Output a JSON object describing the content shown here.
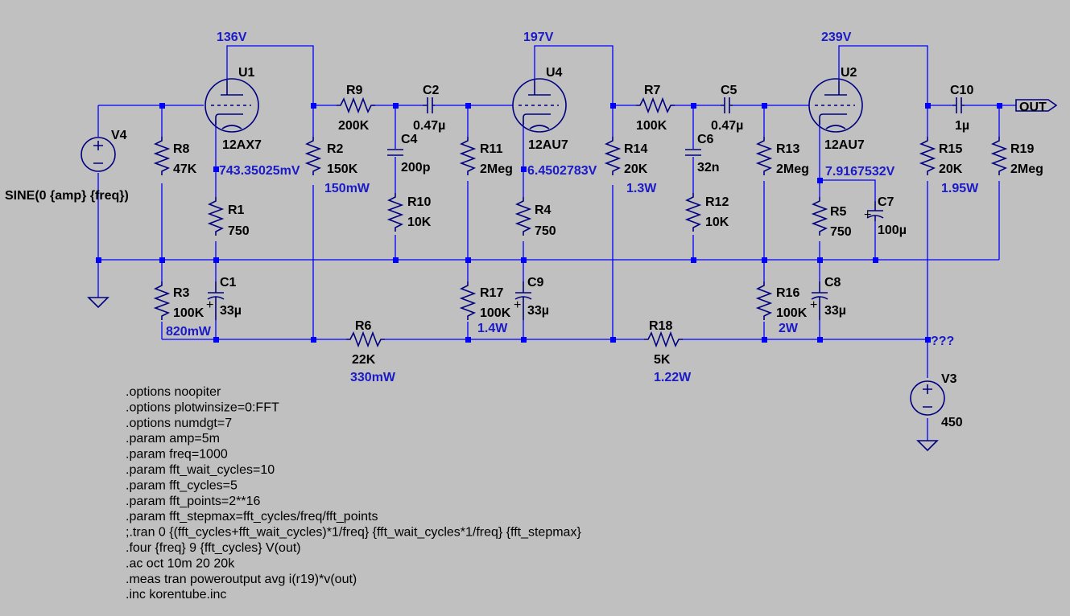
{
  "colors": {
    "background": "#c0c0c0",
    "wire": "#0000ff",
    "component": "#000080",
    "annotation": "#1a1ac8",
    "text": "#000000"
  },
  "tubes": {
    "u1": {
      "ref": "U1",
      "model": "12AX7"
    },
    "u4": {
      "ref": "U4",
      "model": "12AU7"
    },
    "u2": {
      "ref": "U2",
      "model": "12AU7"
    }
  },
  "resistors": {
    "r1": {
      "ref": "R1",
      "value": "750"
    },
    "r2": {
      "ref": "R2",
      "value": "150K"
    },
    "r3": {
      "ref": "R3",
      "value": "100K"
    },
    "r4": {
      "ref": "R4",
      "value": "750"
    },
    "r5": {
      "ref": "R5",
      "value": "750"
    },
    "r6": {
      "ref": "R6",
      "value": "22K"
    },
    "r7": {
      "ref": "R7",
      "value": "100K"
    },
    "r8": {
      "ref": "R8",
      "value": "47K"
    },
    "r9": {
      "ref": "R9",
      "value": "200K"
    },
    "r10": {
      "ref": "R10",
      "value": "10K"
    },
    "r11": {
      "ref": "R11",
      "value": "2Meg"
    },
    "r12": {
      "ref": "R12",
      "value": "10K"
    },
    "r13": {
      "ref": "R13",
      "value": "2Meg"
    },
    "r14": {
      "ref": "R14",
      "value": "20K"
    },
    "r15": {
      "ref": "R15",
      "value": "20K"
    },
    "r16": {
      "ref": "R16",
      "value": "100K"
    },
    "r17": {
      "ref": "R17",
      "value": "100K"
    },
    "r18": {
      "ref": "R18",
      "value": "5K"
    },
    "r19": {
      "ref": "R19",
      "value": "2Meg"
    }
  },
  "capacitors": {
    "c1": {
      "ref": "C1",
      "value": "33µ"
    },
    "c2": {
      "ref": "C2",
      "value": "0.47µ"
    },
    "c4": {
      "ref": "C4",
      "value": "200p"
    },
    "c5": {
      "ref": "C5",
      "value": "0.47µ"
    },
    "c6": {
      "ref": "C6",
      "value": "32n"
    },
    "c7": {
      "ref": "C7",
      "value": "100µ"
    },
    "c8": {
      "ref": "C8",
      "value": "33µ"
    },
    "c9": {
      "ref": "C9",
      "value": "33µ"
    },
    "c10": {
      "ref": "C10",
      "value": "1µ"
    }
  },
  "sources": {
    "v4": {
      "ref": "V4",
      "value": "SINE(0 {amp} {freq})"
    },
    "v3": {
      "ref": "V3",
      "value": "450"
    }
  },
  "net_labels": {
    "out": "OUT"
  },
  "annotations": {
    "u1_plate": "136V",
    "u4_plate": "197V",
    "u2_plate": "239V",
    "u1_cathode": "743.35025mV",
    "u4_cathode": "6.4502783V",
    "u2_cathode": "7.9167532V",
    "r2_power": "150mW",
    "r3_power": "820mW",
    "r6_power": "330mW",
    "r14_power": "1.3W",
    "r15_power": "1.95W",
    "r16_power": "2W",
    "r17_power": "1.4W",
    "r18_power": "1.22W",
    "supply_node": "???"
  },
  "directives": [
    ".options noopiter",
    ".options plotwinsize=0:FFT",
    ".options numdgt=7",
    ".param amp=5m",
    ".param freq=1000",
    ".param fft_wait_cycles=10",
    ".param fft_cycles=5",
    ".param fft_points=2**16",
    ".param fft_stepmax=fft_cycles/freq/fft_points",
    ";.tran 0 {(fft_cycles+fft_wait_cycles)*1/freq} {fft_wait_cycles*1/freq} {fft_stepmax}",
    ".four {freq} 9 {fft_cycles} V(out)",
    ".ac oct 10m 20 20k",
    ".meas tran poweroutput avg i(r19)*v(out)",
    ".inc korentube.inc"
  ]
}
